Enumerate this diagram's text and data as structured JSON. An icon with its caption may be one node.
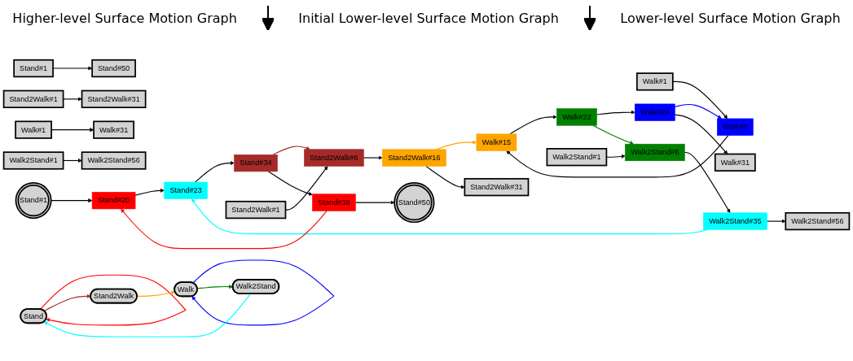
{
  "diagram": {
    "nodes": [
      {
        "text": [
          "Stand"
        ]
      },
      {
        "text": [
          "Stand2Walk"
        ]
      },
      {
        "text": [
          "Walk"
        ]
      },
      {
        "text": [
          "Walk2Stand"
        ]
      },
      {
        "text": [
          "Stand#1"
        ]
      },
      {
        "text": [
          "Stand2Walk#1"
        ]
      },
      {
        "text": [
          "Walk#1"
        ]
      },
      {
        "text": [
          "Walk2Stand#1"
        ]
      },
      {
        "text": [
          "Stand#50"
        ]
      },
      {
        "text": [
          "Stand2Walk#31"
        ]
      },
      {
        "text": [
          "Walk#31"
        ]
      },
      {
        "text": [
          "Walk2Stand#56"
        ]
      },
      {
        "text": [
          "Stand2Walk#1"
        ]
      },
      {
        "text": [
          "Stand2Walk#6"
        ]
      },
      {
        "text": [
          "Stand2Walk#16"
        ]
      },
      {
        "text": [
          "Walk#15"
        ]
      },
      {
        "text": [
          "Stand2Walk#31"
        ]
      },
      {
        "text": [
          "Walk#1"
        ]
      },
      {
        "text": [
          "Walk#8"
        ]
      },
      {
        "text": [
          "Walk#22"
        ]
      },
      {
        "text": [
          "Walk#24"
        ]
      },
      {
        "text": [
          "Walk#31"
        ]
      },
      {
        "text": [
          "Stand#34"
        ]
      },
      {
        "text": [
          "Stand#38"
        ]
      },
      {
        "text": [
          "Stand#50"
        ]
      },
      {
        "text": [
          "Walk2Stand#1"
        ]
      },
      {
        "text": [
          "Walk2Stand#6"
        ]
      },
      {
        "text": [
          "Stand#1"
        ]
      },
      {
        "text": [
          "Stand#20"
        ]
      },
      {
        "text": [
          "Stand#23"
        ]
      },
      {
        "text": [
          "Walk2Stand#35"
        ]
      },
      {
        "text": [
          "Walk2Stand#56"
        ]
      }
    ],
    "edges": [
      {
        "from": 0,
        "to": 0,
        "arrow": "to",
        "color": "#ff0000"
      },
      {
        "from": 0,
        "to": 1,
        "arrow": "to",
        "color": "#a52a2a"
      },
      {
        "from": 1,
        "to": 2,
        "arrow": "to",
        "color": "#ffa500"
      },
      {
        "from": 2,
        "to": 2,
        "arrow": "to",
        "color": "#0000ff"
      },
      {
        "from": 2,
        "to": 3,
        "arrow": "to",
        "color": "#008000"
      },
      {
        "from": 3,
        "to": 0,
        "arrow": "to",
        "color": "#00ffff"
      },
      {
        "from": 4,
        "to": 8,
        "arrow": "to"
      },
      {
        "from": 5,
        "to": 9,
        "arrow": "to"
      },
      {
        "from": 6,
        "to": 10,
        "arrow": "to"
      },
      {
        "from": 7,
        "to": 11,
        "arrow": "to"
      },
      {
        "from": 12,
        "to": 13,
        "arrow": "to"
      },
      {
        "from": 13,
        "to": 14,
        "arrow": "to"
      },
      {
        "from": 14,
        "to": 15,
        "arrow": "to",
        "color": "#ffa500"
      },
      {
        "from": 14,
        "to": 16,
        "arrow": "to"
      },
      {
        "from": 18,
        "to": 15,
        "arrow": "to"
      },
      {
        "from": 15,
        "to": 19,
        "arrow": "to"
      },
      {
        "from": 17,
        "to": 18,
        "arrow": "to"
      },
      {
        "from": 19,
        "to": 20,
        "arrow": "to"
      },
      {
        "from": 20,
        "to": 18,
        "arrow": "to",
        "color": "#0000ff"
      },
      {
        "from": 20,
        "to": 21,
        "arrow": "to"
      },
      {
        "from": 19,
        "to": 26,
        "arrow": "to",
        "color": "#008000"
      },
      {
        "from": 25,
        "to": 26,
        "arrow": "to"
      },
      {
        "from": 26,
        "to": 30,
        "arrow": "to"
      },
      {
        "from": 30,
        "to": 31,
        "arrow": "to"
      },
      {
        "from": 30,
        "to": 29,
        "arrow": "to",
        "color": "#00ffff"
      },
      {
        "from": 22,
        "to": 13,
        "arrow": "to",
        "color": "#a52a2a"
      },
      {
        "from": 22,
        "to": 23,
        "arrow": "to"
      },
      {
        "from": 23,
        "to": 24,
        "arrow": "to"
      },
      {
        "from": 23,
        "to": 28,
        "arrow": "to",
        "color": "#ff0000"
      },
      {
        "from": 27,
        "to": 28,
        "arrow": "to"
      },
      {
        "from": 28,
        "to": 29,
        "arrow": "to"
      },
      {
        "from": 29,
        "to": 22,
        "arrow": "to"
      }
    ],
    "labels": [
      "Higher-level Surface Motion Graph",
      "Initial Lower-level Surface Motion Graph",
      "Lower-level Surface Motion Graph"
    ]
  }
}
